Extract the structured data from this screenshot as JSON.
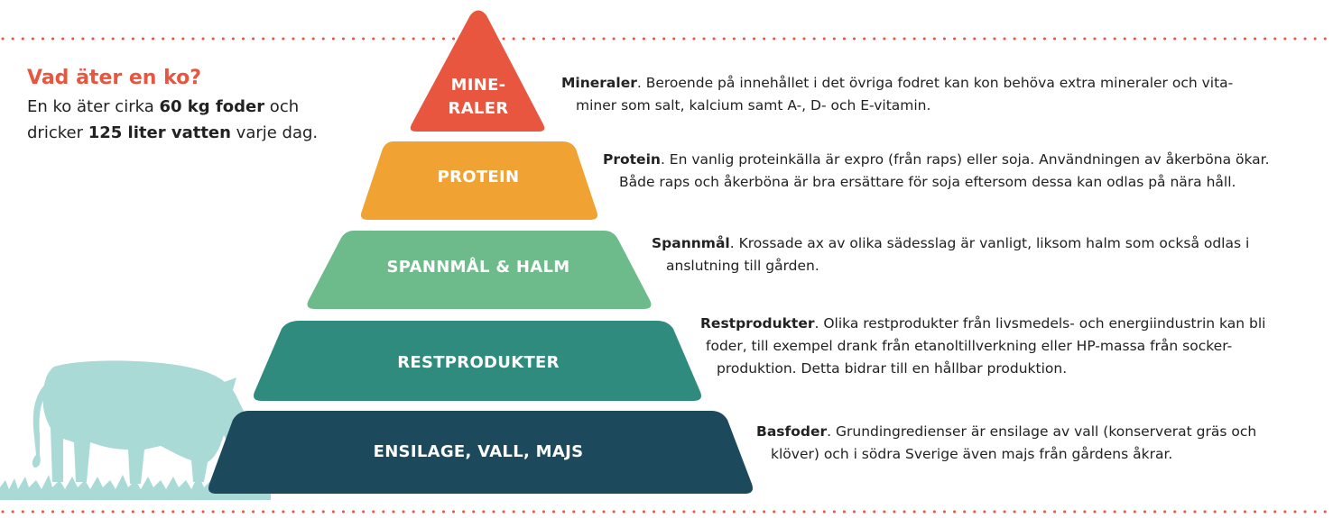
{
  "intro": {
    "title": "Vad äter en ko?",
    "line1_a": "En ko äter cirka ",
    "line1_bold": "60 kg foder",
    "line1_b": " och",
    "line2_a": "dricker ",
    "line2_bold": "125 liter vatten",
    "line2_b": " varje dag."
  },
  "colors": {
    "mineraler": "#e8563f",
    "protein": "#f0a232",
    "spannmal": "#6dbb8b",
    "restprodukter": "#2e8b7e",
    "basfoder": "#1c4a5c",
    "cow": "#a9dad6",
    "dots": "#e8563f"
  },
  "tiers": {
    "mineraler": {
      "label_line1": "MINE-",
      "label_line2": "RALER"
    },
    "protein": {
      "label": "PROTEIN"
    },
    "spannmal": {
      "label": "SPANNMÅL & HALM"
    },
    "restprodukter": {
      "label": "RESTPRODUKTER"
    },
    "basfoder": {
      "label": "ENSILAGE,  VALL, MAJS"
    }
  },
  "descriptions": {
    "mineraler": {
      "heading": "Mineraler",
      "line1": ". Beroende på innehållet i det övriga fodret kan kon behöva extra mineraler och vita-",
      "line2": "miner som salt, kalcium samt A-, D- och E-vitamin."
    },
    "protein": {
      "heading": "Protein",
      "line1": ". En vanlig proteinkälla är expro (från raps) eller soja. Användningen av åkerböna ökar.",
      "line2": "Både raps och åkerböna är bra ersättare för soja eftersom dessa kan odlas på nära håll."
    },
    "spannmal": {
      "heading": "Spannmål",
      "line1": ". Krossade ax av olika sädesslag är vanligt, liksom halm som också odlas i",
      "line2": "anslutning till gården."
    },
    "restprodukter": {
      "heading": "Restprodukter",
      "line1": ". Olika restprodukter från livsmedels- och energiindustrin kan bli",
      "line2": "foder, till exempel drank från etanoltillverkning eller HP-massa från socker-",
      "line3": "produktion. Detta bidrar till en hållbar produktion."
    },
    "basfoder": {
      "heading": "Basfoder",
      "line1": ". Grundingredienser är ensilage av vall (konserverat gräs och",
      "line2": "klöver) och i södra Sverige även majs från gårdens åkrar."
    }
  }
}
